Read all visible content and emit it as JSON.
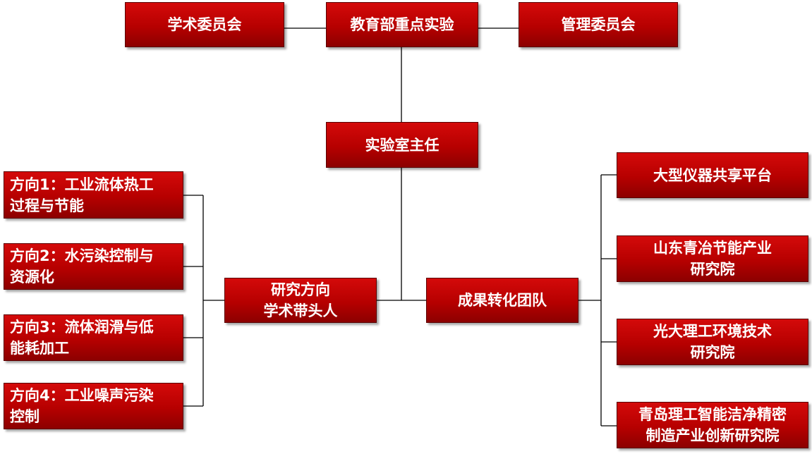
{
  "diagram": {
    "top_row": {
      "academic_committee": "学术委员会",
      "key_lab": "教育部重点实验",
      "management_committee": "管理委员会"
    },
    "lab_director": "实验室主任",
    "research_lead": "研究方向\n学术带头人",
    "transfer_team": "成果转化团队",
    "directions": [
      "方向1：工业流体热工\n过程与节能",
      "方向2：水污染控制与\n资源化",
      "方向3：流体润滑与低\n能耗加工",
      "方向4：工业噪声污染\n控制"
    ],
    "platforms": [
      "大型仪器共享平台",
      "山东青冶节能产业\n研究院",
      "光大理工环境技术\n研究院",
      "青岛理工智能洁净精密\n制造产业创新研究院"
    ]
  },
  "colors": {
    "box_fill": "#c00000",
    "box_border": "#5a0000",
    "connector": "#000000",
    "text": "#ffffff"
  }
}
